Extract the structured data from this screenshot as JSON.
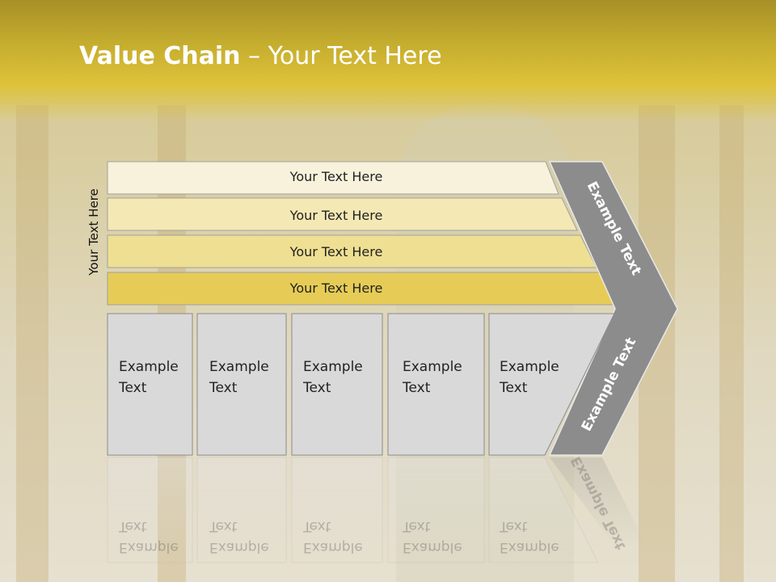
{
  "slide": {
    "title_bold": "Value Chain",
    "title_rest": " – Your Text Here",
    "vertical_label": "Your Text Here"
  },
  "bars": [
    {
      "label": "Your Text Here",
      "color": "#f8f2dc"
    },
    {
      "label": "Your Text Here",
      "color": "#f4e8b4"
    },
    {
      "label": "Your Text Here",
      "color": "#efdf92"
    },
    {
      "label": "Your Text Here",
      "color": "#e6cc57"
    }
  ],
  "boxes": [
    {
      "line1": "Example",
      "line2": "Text"
    },
    {
      "line1": "Example",
      "line2": "Text"
    },
    {
      "line1": "Example",
      "line2": "Text"
    },
    {
      "line1": "Example",
      "line2": "Text"
    },
    {
      "line1": "Example",
      "line2": "Text"
    }
  ],
  "chevron": {
    "top_label": "Example Text",
    "bottom_label": "Example Text",
    "color": "#8c8c8c"
  },
  "colors": {
    "box_fill": "#d9d9d9",
    "box_stroke": "#8a8a8a",
    "header": "#dec23a"
  }
}
